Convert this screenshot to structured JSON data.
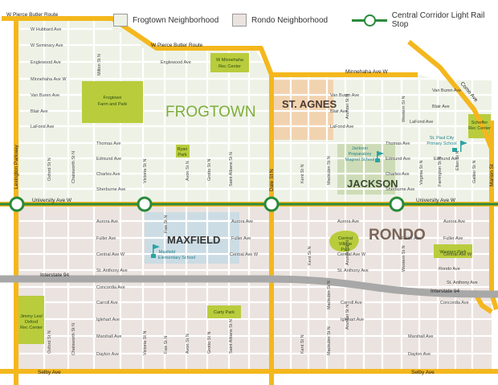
{
  "colors": {
    "frogtown": "#eef2e6",
    "rondo": "#ebe3df",
    "park": "#b9cc3c",
    "highway": "#f4b71d",
    "light_rail": "#2a8a3a",
    "interstate": "#a8a8a8",
    "frogtown_label": "#7eae3a",
    "rondo_label": "#7a6558",
    "st_agnes_fill": "#f2d3b0",
    "jackson_fill": "#cddcb6",
    "maxfield_fill": "#c5dbe5",
    "school_flag": "#2aa3a3"
  },
  "legend": {
    "frogtown": "Frogtown Neighborhood",
    "rondo": "Rondo Neighborhood",
    "light_rail": "Central Corridor Light Rail Stop"
  },
  "neighborhoods": {
    "frogtown": "FROGTOWN",
    "rondo": "RONDO",
    "st_agnes": "ST. AGNES",
    "jackson": "JACKSON",
    "maxfield": "MAXFIELD"
  },
  "major_roads": {
    "pierce_butler_top": "W Pierce Butler Route",
    "pierce_butler_mid": "W Pierce Butler Route",
    "minnehaha_east": "Minnehaha Ave W",
    "university_west": "University Ave W",
    "university_east": "University Ave W",
    "interstate_west": "Interstate 94",
    "interstate_east": "Interstate 94",
    "selby_west": "Selby Ave",
    "selby_east": "Selby Ave",
    "lexington": "Lexington Parkway",
    "dale": "Dale St N",
    "marion": "Marion St",
    "como": "Como Ave"
  },
  "west_streets": [
    "W Hubbard Ave",
    "W Seminary Ave",
    "Englewood Ave",
    "Minnehaha Ave W",
    "Van Buren Ave",
    "Blair Ave",
    "LaFond Ave",
    "Thomas Ave",
    "Edmund Ave",
    "Charles Ave",
    "Sherburne Ave",
    "Aurora Ave",
    "Fuller Ave",
    "Central Ave W",
    "St. Anthony Ave",
    "Concordia Ave",
    "Carroll Ave",
    "Iglehart Ave",
    "Marshall Ave",
    "Dayton Ave"
  ],
  "street_labels": {
    "englewood_mid": "Englewood Ave",
    "aurora_mid": "Aurora Ave",
    "fuller_mid": "Fuller Ave",
    "central_mid": "Central Ave W",
    "van_buren_e": "Van Buren Ave",
    "blair_e": "Blair Ave",
    "lafond_e": "LaFond Ave",
    "thomas_e": "Thomas Ave",
    "edmund_e": "Edmund Ave",
    "charles_e": "Charles Ave",
    "sherburne_e": "Sherburne Ave",
    "aurora_e": "Aurora Ave",
    "fuller_e": "Fuller Ave",
    "central_e": "Central Ave W",
    "st_anthony_e": "St. Anthony Ave",
    "st_anthony_far": "St. Anthony Ave",
    "rondo_far": "Rondo Ave",
    "concordia_far": "Concordia Ave",
    "carroll_e": "Carroll Ave",
    "iglehart_e": "Iglehart Ave",
    "marshall_e": "Marshall Ave",
    "dayton_e": "Dayton Ave",
    "van_buren_far": "Van Buren Ave",
    "blair_far": "Blair Ave",
    "lafond_far": "LaFond Ave",
    "edmund_far": "Edmund Ave",
    "aurora_far": "Aurora Ave",
    "fuller_far": "Fuller Ave",
    "central_far": "Central Ave W"
  },
  "vertical_streets": {
    "oxford_n": "Oxford St N",
    "chatsworth_n": "Chatsworth St N",
    "milton_n": "Milton St N",
    "victoria_n": "Victoria St N",
    "avon_n": "Avon St N",
    "grotto_n": "Grotto St N",
    "st_albans_n": "Saint Albans St N",
    "oxford_s": "Oxford St N",
    "chatsworth_s": "Chatsworth St N",
    "victoria_s": "Victoria St N",
    "fisk_s": "Fisk St N",
    "avon_s": "Avon St N",
    "grotto_s": "Grotto St N",
    "st_albans_s": "Saint Albans St N",
    "fisk_mid": "Fisk St N",
    "kent_n": "Kent St N",
    "mackubin_n": "Mackubin St N",
    "arundel_n": "Arundel St N",
    "western_n": "Western St N",
    "virginia_n": "Virginia St N",
    "farrington_n": "Farrington St N",
    "ellen_n": "Ellen St N",
    "galtier_n": "Galtier St N",
    "kent_s": "Kent St N",
    "mackubin_s": "Mackubin St N",
    "arundel_s": "Arundel St N",
    "western_s": "Western St N",
    "kent_mid": "Kent St N",
    "mackubin_mid": "Mackubin St N",
    "arundel_mid": "Arundel St N"
  },
  "parks": {
    "frogtown_farm_1": "Frogtown",
    "frogtown_farm_2": "Farm and Park",
    "w_minnehaha_1": "W Minnehaha",
    "w_minnehaha_2": "Rec Center",
    "ryan_1": "Ryan",
    "ryan_2": "Park",
    "scheffer_1": "Scheffer",
    "scheffer_2": "Rec Center",
    "central_village_1": "Central",
    "central_village_2": "Village",
    "central_village_3": "Park",
    "western_park": "Western Park",
    "carty_park": "Carty Park",
    "jimmy_lee_1": "Jimmy Lee/",
    "jimmy_lee_2": "Oxford",
    "jimmy_lee_3": "Rec Center"
  },
  "schools": {
    "jackson_1": "Jackson",
    "jackson_2": "Preparatory",
    "jackson_3": "Magnet School",
    "st_paul_city_1": "St. Paul City",
    "st_paul_city_2": "Primary School",
    "maxfield_1": "Maxfield",
    "maxfield_2": "Elementary School"
  }
}
